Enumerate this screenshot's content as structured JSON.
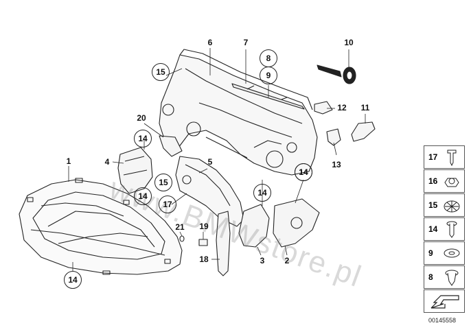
{
  "diagram": {
    "watermark": "www.BMWstore.pl",
    "doc_number": "00145558",
    "callouts": [
      {
        "id": "1",
        "circled": false
      },
      {
        "id": "4",
        "circled": false
      },
      {
        "id": "20",
        "circled": false
      },
      {
        "id": "15",
        "circled": true
      },
      {
        "id": "6",
        "circled": false
      },
      {
        "id": "7",
        "circled": false
      },
      {
        "id": "8",
        "circled": true
      },
      {
        "id": "9",
        "circled": true
      },
      {
        "id": "10",
        "circled": false
      },
      {
        "id": "12",
        "circled": false
      },
      {
        "id": "11",
        "circled": false
      },
      {
        "id": "13",
        "circled": false
      },
      {
        "id": "14",
        "circled": true
      },
      {
        "id": "14",
        "circled": true
      },
      {
        "id": "5",
        "circled": false
      },
      {
        "id": "15",
        "circled": true
      },
      {
        "id": "14",
        "circled": true
      },
      {
        "id": "17",
        "circled": true
      },
      {
        "id": "14",
        "circled": true
      },
      {
        "id": "14",
        "circled": true
      },
      {
        "id": "21",
        "circled": false
      },
      {
        "id": "19",
        "circled": false
      },
      {
        "id": "18",
        "circled": false
      },
      {
        "id": "3",
        "circled": false
      },
      {
        "id": "2",
        "circled": false
      },
      {
        "id": "14",
        "circled": true
      }
    ],
    "legend": [
      "17",
      "16",
      "15",
      "14",
      "9",
      "8"
    ]
  }
}
